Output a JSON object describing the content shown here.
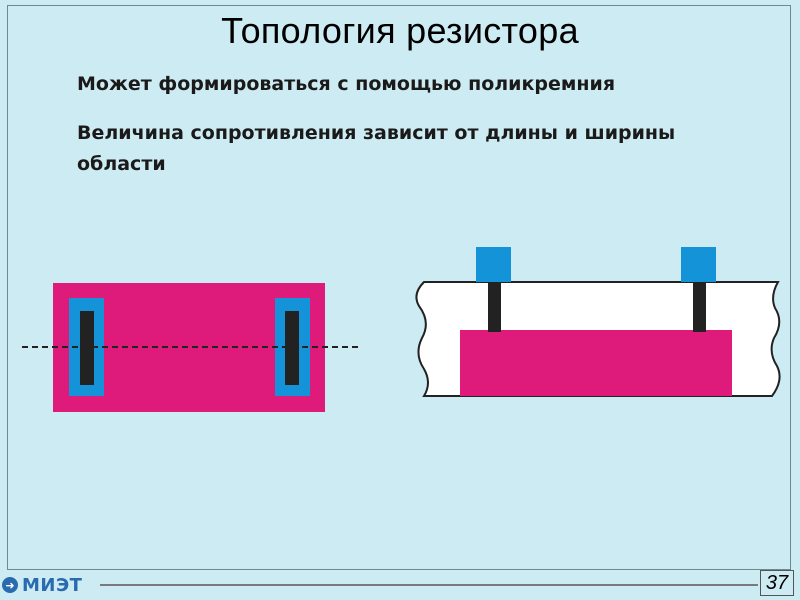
{
  "slide": {
    "title": "Топология резистора",
    "bullets": [
      "Может формироваться с помощью поликремния",
      "Величина сопротивления зависит от длины и ширины области"
    ]
  },
  "footer": {
    "logo_text": "МИЭТ",
    "logo_icon": "arrow-circle-icon",
    "page_number": "37"
  },
  "colors": {
    "background": "#cdebf2",
    "resistor": "#de1a7b",
    "contact": "#1493d8",
    "metal": "#222222",
    "substrate": "#ffffff"
  }
}
